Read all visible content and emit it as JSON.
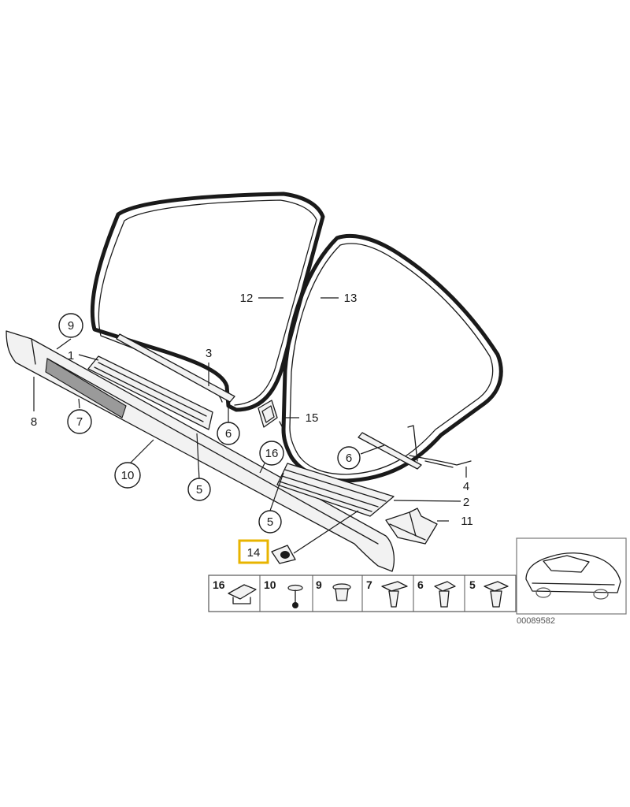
{
  "colors": {
    "line": "#1a1a1a",
    "highlight": "#e8b400",
    "part_fill": "#f2f2f2",
    "sill_band": "#9a9a9a"
  },
  "callouts": {
    "c1": "1",
    "c2": "2",
    "c3": "3",
    "c4": "4",
    "c5a": "5",
    "c5b": "5",
    "c6a": "6",
    "c6b": "6",
    "c7": "7",
    "c8": "8",
    "c9": "9",
    "c10": "10",
    "c11": "11",
    "c12": "12",
    "c13": "13",
    "c14": "14",
    "c15": "15",
    "c16": "16"
  },
  "fasteners": [
    "16",
    "10",
    "9",
    "7",
    "6",
    "5"
  ],
  "reference_number": "00089582"
}
